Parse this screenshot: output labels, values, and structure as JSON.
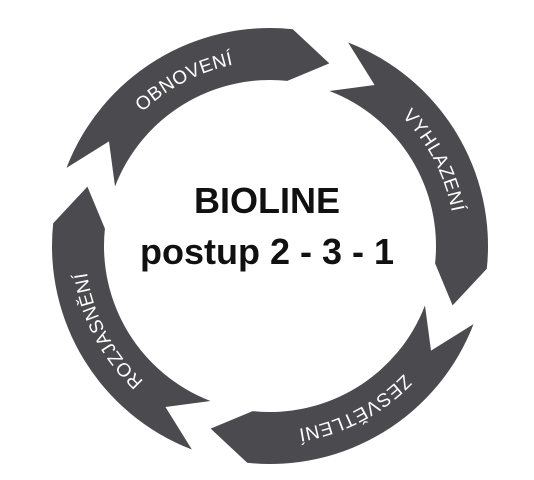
{
  "diagram": {
    "center": {
      "title": "BIOLINE",
      "subtitle": "postup 2 - 3 - 1"
    },
    "steps": [
      {
        "id": "vyhlazeni",
        "label": "VYHLAZENÍ"
      },
      {
        "id": "zesvetleni",
        "label": "ZESVĚTLENÍ"
      },
      {
        "id": "rozjasneni",
        "label": "ROZJASNĚNÍ"
      },
      {
        "id": "obnoveni",
        "label": "OBNOVENÍ"
      }
    ],
    "colors": {
      "ring": "#4a4a4f",
      "ring_text": "#ffffff",
      "center_text": "#111111",
      "background": "#ffffff"
    }
  }
}
